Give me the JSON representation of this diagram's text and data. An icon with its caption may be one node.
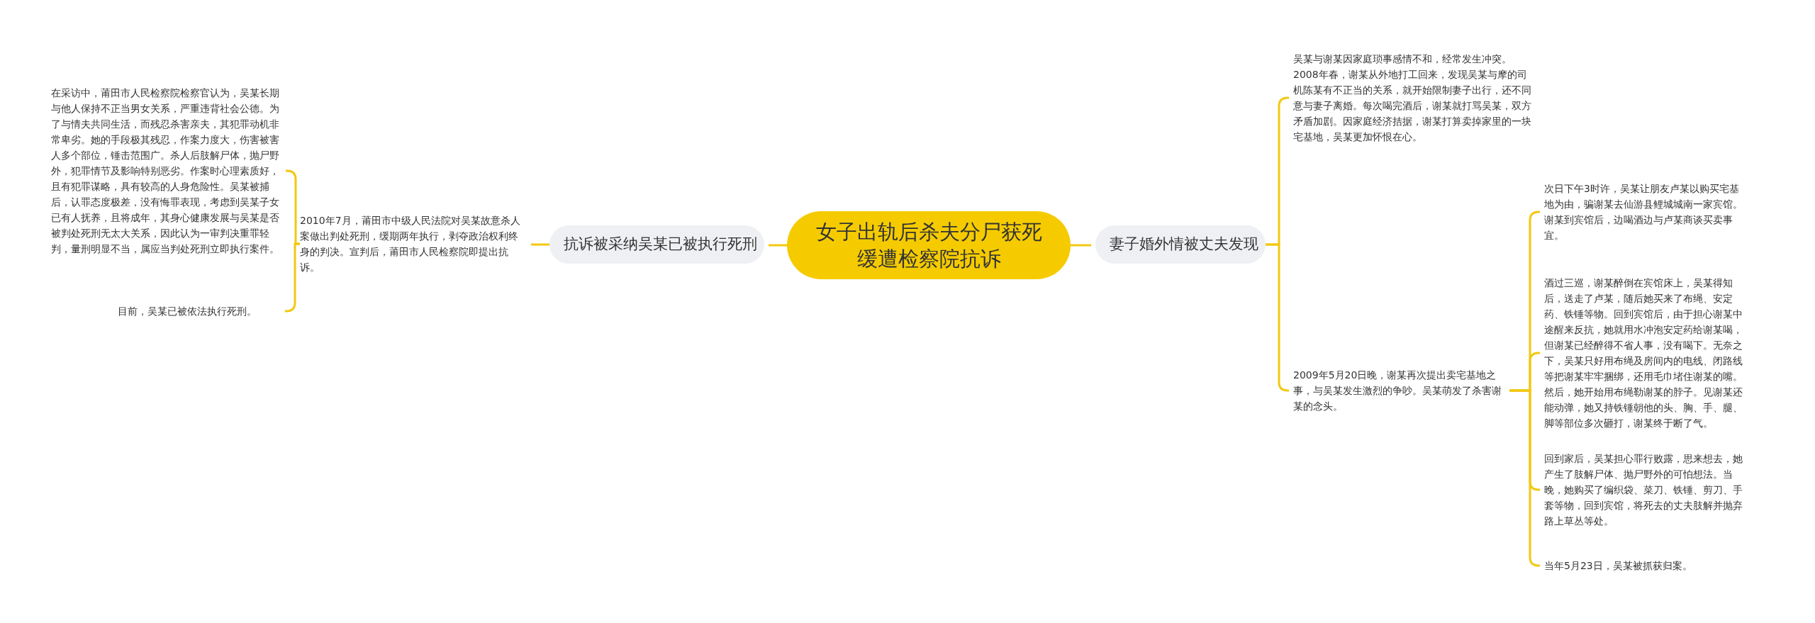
{
  "diagram": {
    "nodes": [
      {
        "text": [
          "女子出轨后杀夫分尸获死缓遭检察院抗诉"
        ]
      },
      {
        "text": [
          "抗诉被采纳吴某已被执行死刑"
        ]
      },
      {
        "text": [
          "2010年7月，莆田市中级人民法院对吴某故意杀人案做出判处死刑，缓期两年执行，剥夺政治权利终身的判决。宣判后，莆田市人民检察院即提出抗诉。"
        ]
      },
      {
        "text": [
          "在采访中，莆田市人民检察院检察官认为，吴某长期与他人保持不正当男女关系，严重违背社会公德。为了与情夫共同生活，而残忍杀害亲夫，其犯罪动机非常卑劣。她的手段极其残忍，作案力度大，伤害被害人多个部位，锤击范围广。杀人后肢解尸体，抛尸野外，犯罪情节及影响特别恶劣。作案时心理素质好，且有犯罪谋略，具有较高的人身危险性。吴某被捕后，认罪态度极差，没有悔罪表现，考虑到吴某子女已有人抚养，且将成年，其身心健康发展与吴某是否被判处死刑无太大关系，因此认为一审判决重罪轻判，量刑明显不当，属应当判处死刑立即执行案件。"
        ]
      },
      {
        "text": [
          "目前，吴某已被依法执行死刑。"
        ]
      },
      {
        "text": [
          "妻子婚外情被丈夫发现"
        ]
      },
      {
        "text": [
          "吴某与谢某因家庭琐事感情不和，经常发生冲突。2008年春，谢某从外地打工回来，发现吴某与摩的司机陈某有不正当的关系，就开始限制妻子出行，还不同意与妻子离婚。每次喝完酒后，谢某就打骂吴某，双方矛盾加剧。因家庭经济拮据，谢某打算卖掉家里的一块宅基地，吴某更加怀恨在心。"
        ]
      },
      {
        "text": [
          "2009年5月20日晚，谢某再次提出卖宅基地之事，与吴某发生激烈的争吵。吴某萌发了杀害谢某的念头。"
        ]
      },
      {
        "text": [
          "次日下午3时许，吴某让朋友卢某以购买宅基地为由，骗谢某去仙游县鲤城城南一家宾馆。谢某到宾馆后，边喝酒边与卢某商谈买卖事宜。"
        ]
      },
      {
        "text": [
          "酒过三巡，谢某醉倒在宾馆床上，吴某得知后，送走了卢某，随后她买来了布绳、安定药、铁锤等物。回到宾馆后，由于担心谢某中途醒来反抗，她就用水冲泡安定药给谢某喝，但谢某已经醉得不省人事，没有喝下。无奈之下，吴某只好用布绳及房间内的电线、闭路线等把谢某牢牢捆绑，还用毛巾堵住谢某的嘴。然后，她开始用布绳勒谢某的脖子。见谢某还能动弹，她又持铁锤朝他的头、胸、手、腿、脚等部位多次砸打，谢某终于断了气。"
        ]
      },
      {
        "text": [
          "回到家后，吴某担心罪行败露，思来想去，她产生了肢解尸体、抛尸野外的可怕想法。当晚，她购买了编织袋、菜刀、铁锤、剪刀、手套等物，回到宾馆，将死去的丈夫肢解并抛弃路上草丛等处。"
        ]
      },
      {
        "text": [
          "当年5月23日，吴某被抓获归案。"
        ]
      }
    ],
    "edges": [
      {
        "from": 0,
        "to": 1,
        "arrow": "none"
      },
      {
        "from": 1,
        "to": 2,
        "arrow": "none"
      },
      {
        "from": 2,
        "to": 3,
        "arrow": "none"
      },
      {
        "from": 2,
        "to": 4,
        "arrow": "none"
      },
      {
        "from": 0,
        "to": 5,
        "arrow": "none"
      },
      {
        "from": 5,
        "to": 6,
        "arrow": "none"
      },
      {
        "from": 5,
        "to": 7,
        "arrow": "none"
      },
      {
        "from": 7,
        "to": 8,
        "arrow": "none"
      },
      {
        "from": 7,
        "to": 9,
        "arrow": "none"
      },
      {
        "from": 7,
        "to": 10,
        "arrow": "none"
      },
      {
        "from": 7,
        "to": 11,
        "arrow": "none"
      }
    ]
  }
}
